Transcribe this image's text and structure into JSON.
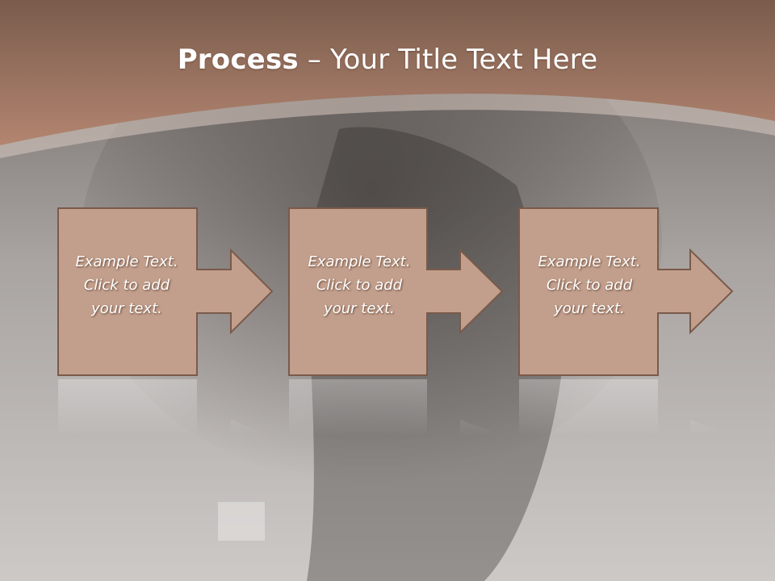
{
  "slide": {
    "title_bold": "Process",
    "title_rest": " – Your Title Text Here"
  },
  "steps": [
    {
      "line1": "Example Text.",
      "line2": "Click  to add",
      "line3": "your text."
    },
    {
      "line1": "Example Text.",
      "line2": "Click  to add",
      "line3": "your text."
    },
    {
      "line1": "Example Text.",
      "line2": "Click  to add",
      "line3": "your text."
    }
  ],
  "colors": {
    "header_top": "#7a5c4c",
    "header_bottom": "#b38570",
    "box_fill": "#c29f8c",
    "box_stroke": "#7a5a4a",
    "body_gray": "#c9c5c3"
  }
}
